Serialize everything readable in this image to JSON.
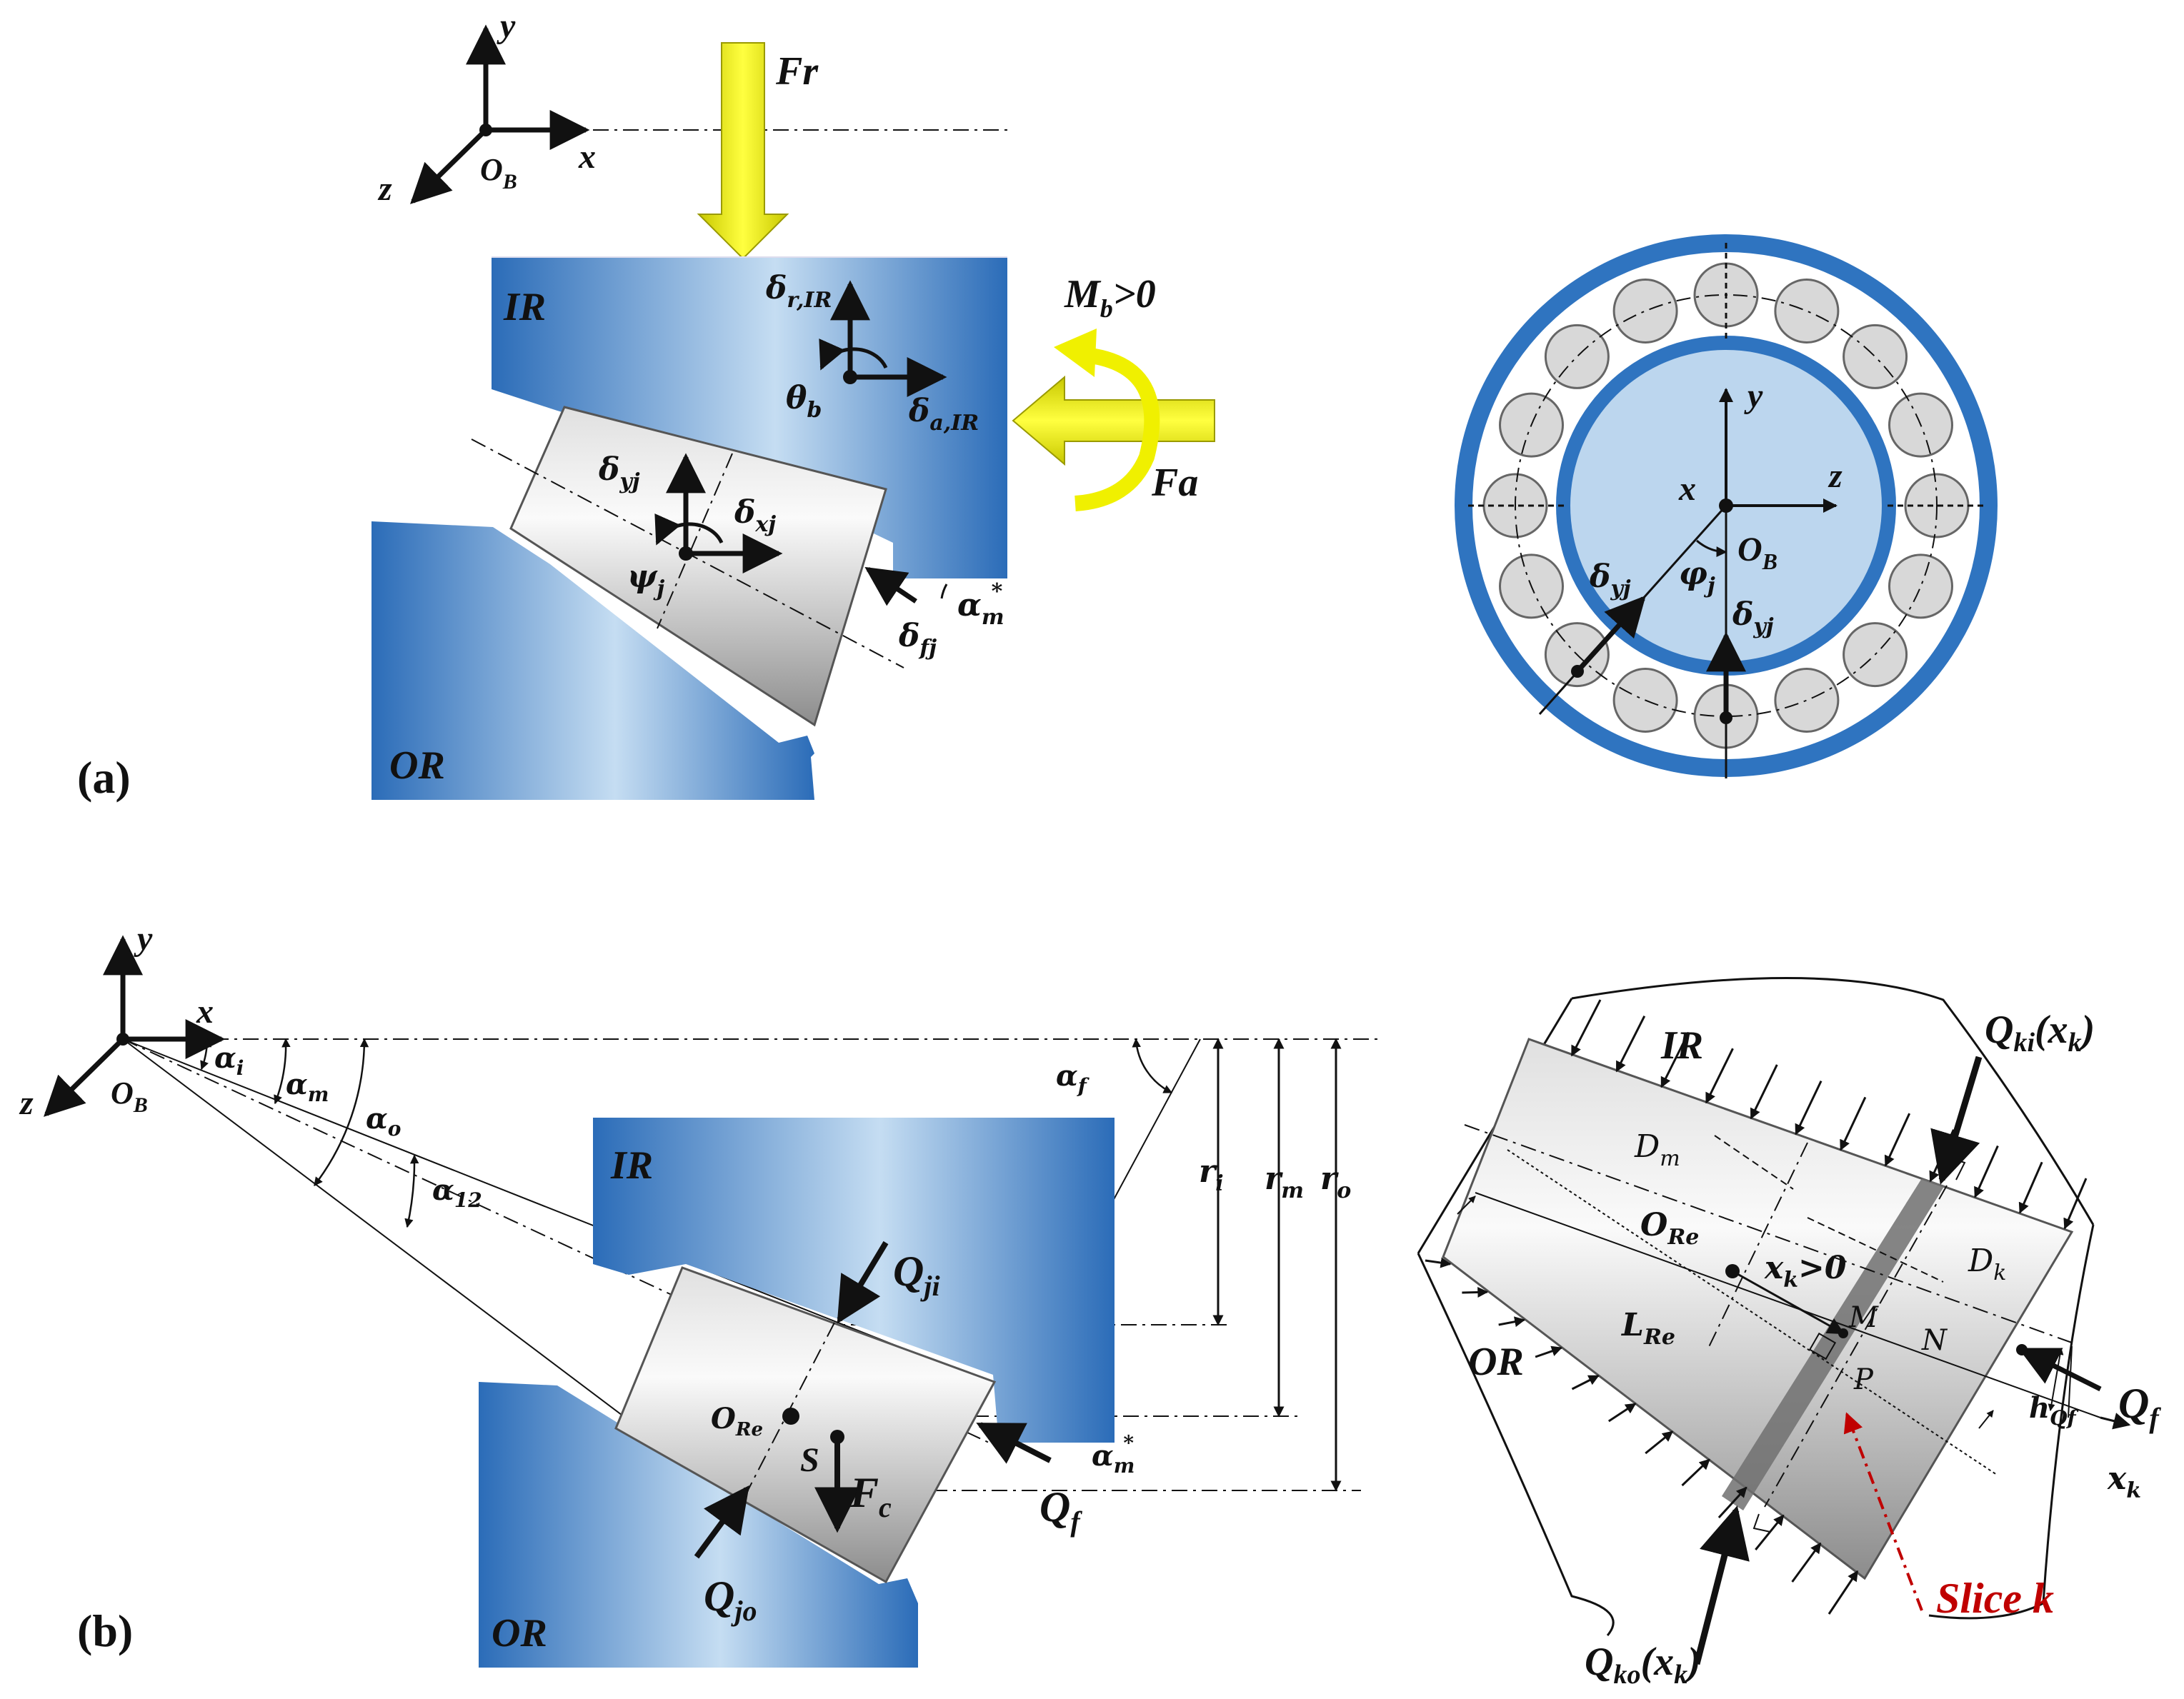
{
  "panel_a": {
    "label": "(a)",
    "axes": {
      "x": "x",
      "y": "y",
      "z": "z",
      "origin": "O",
      "origin_sub": "B"
    },
    "ring_labels": {
      "inner": "IR",
      "outer": "OR"
    },
    "forces": {
      "radial": "Fr",
      "axial": "Fa",
      "moment": "M",
      "moment_sub": "b",
      "moment_suffix": ">0"
    },
    "ir_displacements": {
      "radial": "δ",
      "radial_sub": "r,IR",
      "axial": "δ",
      "axial_sub": "a,IR",
      "tilt": "θ",
      "tilt_sub": "b"
    },
    "roller_displacements": {
      "y": "δ",
      "y_sub": "yj",
      "x": "δ",
      "x_sub": "xj",
      "tilt": "ψ",
      "tilt_sub": "j",
      "flange": "δ",
      "flange_sub": "fj"
    },
    "angle_label": "α",
    "angle_sub": "m",
    "angle_sup": "*",
    "bearing_view": {
      "axes": {
        "x": "x",
        "y": "y",
        "z": "z",
        "origin": "O",
        "origin_sub": "B"
      },
      "phi": "φ",
      "phi_sub": "j",
      "disp": "δ",
      "disp_sub": "yj",
      "roller_count": 16
    }
  },
  "panel_b": {
    "label": "(b)",
    "axes": {
      "x": "x",
      "y": "y",
      "z": "z",
      "origin": "O",
      "origin_sub": "B"
    },
    "angles": [
      {
        "s": "α",
        "sub": "i"
      },
      {
        "s": "α",
        "sub": "m"
      },
      {
        "s": "α",
        "sub": "o"
      },
      {
        "s": "α",
        "sub": "12"
      },
      {
        "s": "α",
        "sub": "f"
      }
    ],
    "radii": [
      {
        "s": "r",
        "sub": "i"
      },
      {
        "s": "r",
        "sub": "m"
      },
      {
        "s": "r",
        "sub": "o"
      }
    ],
    "ring_labels": {
      "inner": "IR",
      "outer": "OR"
    },
    "forces": {
      "qji": "Q",
      "qji_sub": "ji",
      "qjo": "Q",
      "qjo_sub": "jo",
      "qf": "Q",
      "qf_sub": "f",
      "fc": "F",
      "fc_sub": "c"
    },
    "points": {
      "ore": "O",
      "ore_sub": "Re",
      "s": "S"
    },
    "angle_m": "α",
    "angle_m_sub": "m",
    "angle_m_sup": "*",
    "detail": {
      "ir": "IR",
      "or": "OR",
      "qki": "Q",
      "qki_sub": "ki",
      "qki_arg": "(x",
      "qki_arg_sub": "k",
      "qki_close": ")",
      "qko": "Q",
      "qko_sub": "ko",
      "qko_arg": "(x",
      "qko_arg_sub": "k",
      "qko_close": ")",
      "dm": "D",
      "dm_sub": "m",
      "dk": "D",
      "dk_sub": "k",
      "ore": "O",
      "ore_sub": "Re",
      "xk_pos": "x",
      "xk_pos_sub": "k",
      "xk_pos_suffix": ">0",
      "lre": "L",
      "lre_sub": "Re",
      "m": "M",
      "n": "N",
      "p": "P",
      "hqf": "h",
      "hqf_sub": "Qf",
      "qf": "Q",
      "qf_sub": "f",
      "xk": "x",
      "xk_sub": "k",
      "slice": "Slice k"
    }
  },
  "colors": {
    "ring_dark": "#2b6cb8",
    "ring_light": "#c5ddf2",
    "roller_light": "#f4f4f4",
    "roller_dark": "#8c8c8c",
    "arrow_yellow": "#f0f000",
    "bearing_blue": "#2f74c0",
    "bearing_fill": "#bcd6ee",
    "slice_red": "#c00000"
  }
}
